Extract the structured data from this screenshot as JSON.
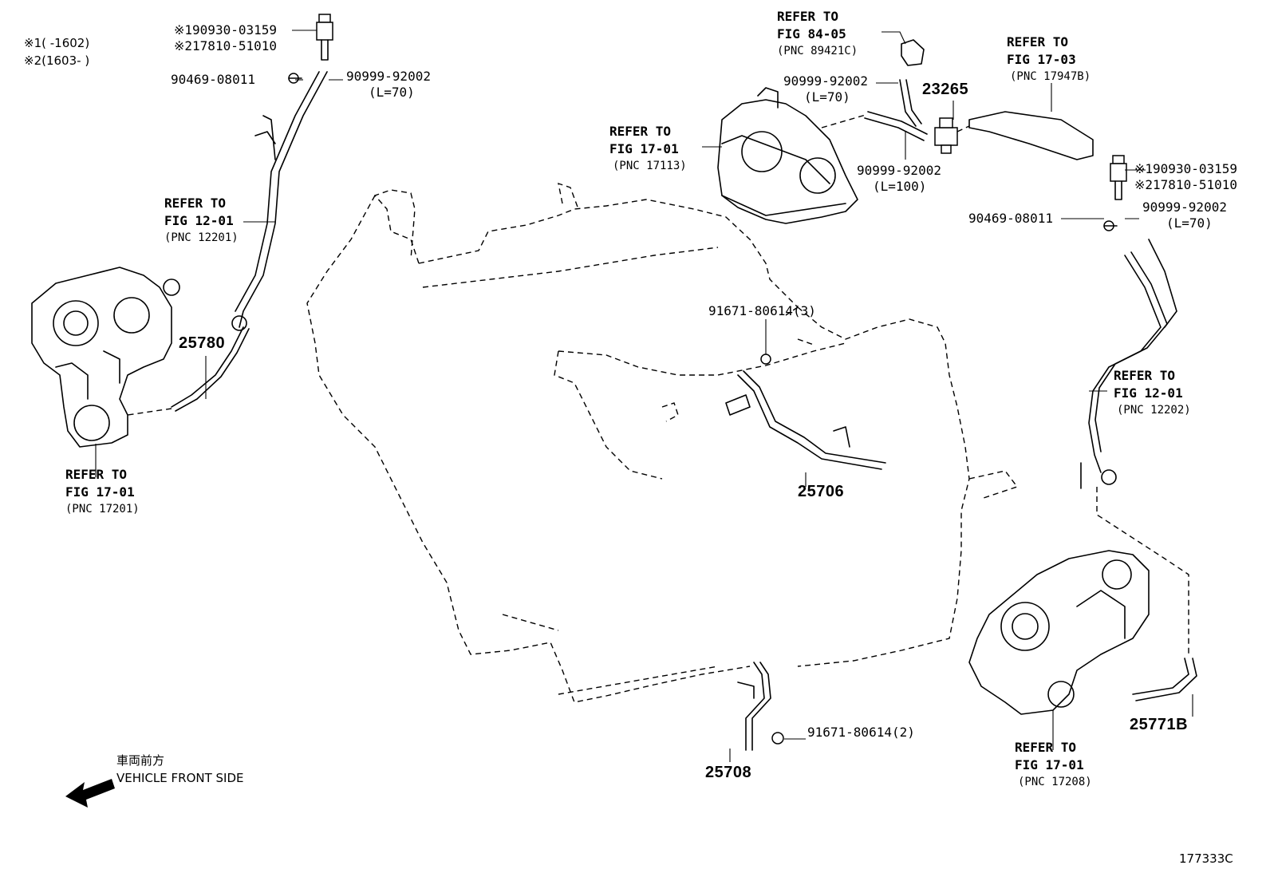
{
  "notes": {
    "note1": "※1(      -1602)",
    "note2": "※2(1603-      )"
  },
  "left_group": {
    "sensor_pn1": "※190930-03159",
    "sensor_pn2": "※217810-51010",
    "clamp_pn": "90469-08011",
    "hose_pn": "90999-92002",
    "hose_len": "(L=70)",
    "ref_pipe": [
      "REFER TO",
      "FIG 12-01",
      "(PNC 12201)"
    ],
    "hose_part": "25780",
    "ref_turbo": [
      "REFER TO",
      "FIG 17-01",
      "(PNC 17201)"
    ]
  },
  "top_group": {
    "ref_sensor": [
      "REFER TO",
      "FIG 84-05",
      "(PNC 89421C)"
    ],
    "hose_pn": "90999-92002",
    "hose_len": "(L=70)",
    "valve_part": "23265",
    "ref_bracket": [
      "REFER TO",
      "FIG 17-03",
      "(PNC 17947B)"
    ],
    "ref_intake": [
      "REFER TO",
      "FIG 17-01",
      "(PNC 17113)"
    ],
    "hose2_pn": "90999-92002",
    "hose2_len": "(L=100)"
  },
  "right_group": {
    "sensor_pn1": "※190930-03159",
    "sensor_pn2": "※217810-51010",
    "clamp_pn": "90469-08011",
    "hose_pn": "90999-92002",
    "hose_len": "(L=70)",
    "ref_pipe": [
      "REFER TO",
      "FIG 12-01",
      "(PNC 12202)"
    ],
    "hose_part": "25771B",
    "ref_turbo": [
      "REFER TO",
      "FIG 17-01",
      "(PNC 17208)"
    ]
  },
  "center_group": {
    "bolt_pn_upper": "91671-80614(3)",
    "pipe_upper": "25706",
    "bolt_pn_lower": "91671-80614(2)",
    "pipe_lower": "25708"
  },
  "direction": {
    "jp": "車両前方",
    "en": "VEHICLE FRONT SIDE",
    "icon": "arrow-left-icon"
  },
  "figure_id": "177333C"
}
